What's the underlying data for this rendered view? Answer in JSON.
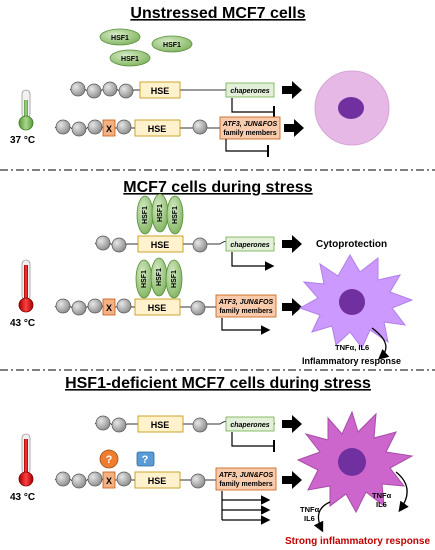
{
  "panels": [
    {
      "title": "Unstressed MCF7 cells",
      "temperature": "37 °C",
      "thermometer_color": "#70AD47",
      "hsf1_labels": [
        "HSF1",
        "HSF1",
        "HSF1"
      ],
      "genes": [
        {
          "element": "HSE",
          "target": "chaperones"
        },
        {
          "element": "HSE",
          "repressor": "X",
          "target_line1": "ATF3, JUN&FOS",
          "target_line2": "family members"
        }
      ]
    },
    {
      "title": "MCF7 cells during stress",
      "temperature": "43 °C",
      "thermometer_color": "#C00000",
      "hsf1_labels": [
        "HSF1",
        "HSF1",
        "HSF1"
      ],
      "genes": [
        {
          "element": "HSE",
          "target": "chaperones"
        },
        {
          "element": "HSE",
          "repressor": "X",
          "target_line1": "ATF3, JUN&FOS",
          "target_line2": "family members"
        }
      ],
      "cell_label": "Cytoprotection",
      "cytokines": "TNFα, IL6",
      "response": "Inflammatory response"
    },
    {
      "title": "HSF1-deficient MCF7 cells during stress",
      "temperature": "43 °C",
      "thermometer_color": "#C00000",
      "unknown_marks": [
        "?",
        "?"
      ],
      "genes": [
        {
          "element": "HSE",
          "target": "chaperones"
        },
        {
          "element": "HSE",
          "repressor": "X",
          "target_line1": "ATF3, JUN&FOS",
          "target_line2": "family members"
        }
      ],
      "cytokines_left_1": "TNFα",
      "cytokines_left_2": "IL6",
      "cytokines_right_1": "TNFα",
      "cytokines_right_2": "IL6",
      "response": "Strong inflammatory response",
      "response_color": "#C00000"
    }
  ],
  "colors": {
    "hsf1": "#A9D18E",
    "hse_box": "#FFF2CC",
    "chaperone_box": "#E2F0D9",
    "atf_box": "#F8CBAD",
    "repressor_box": "#F4B183",
    "nucleosome": "#BFBFBF",
    "cell_calm": "#E6B8E6",
    "cell_active": "#CC99FF",
    "nucleus": "#7030A0",
    "question_orange": "#ED7D31",
    "question_blue": "#5B9BD5"
  }
}
